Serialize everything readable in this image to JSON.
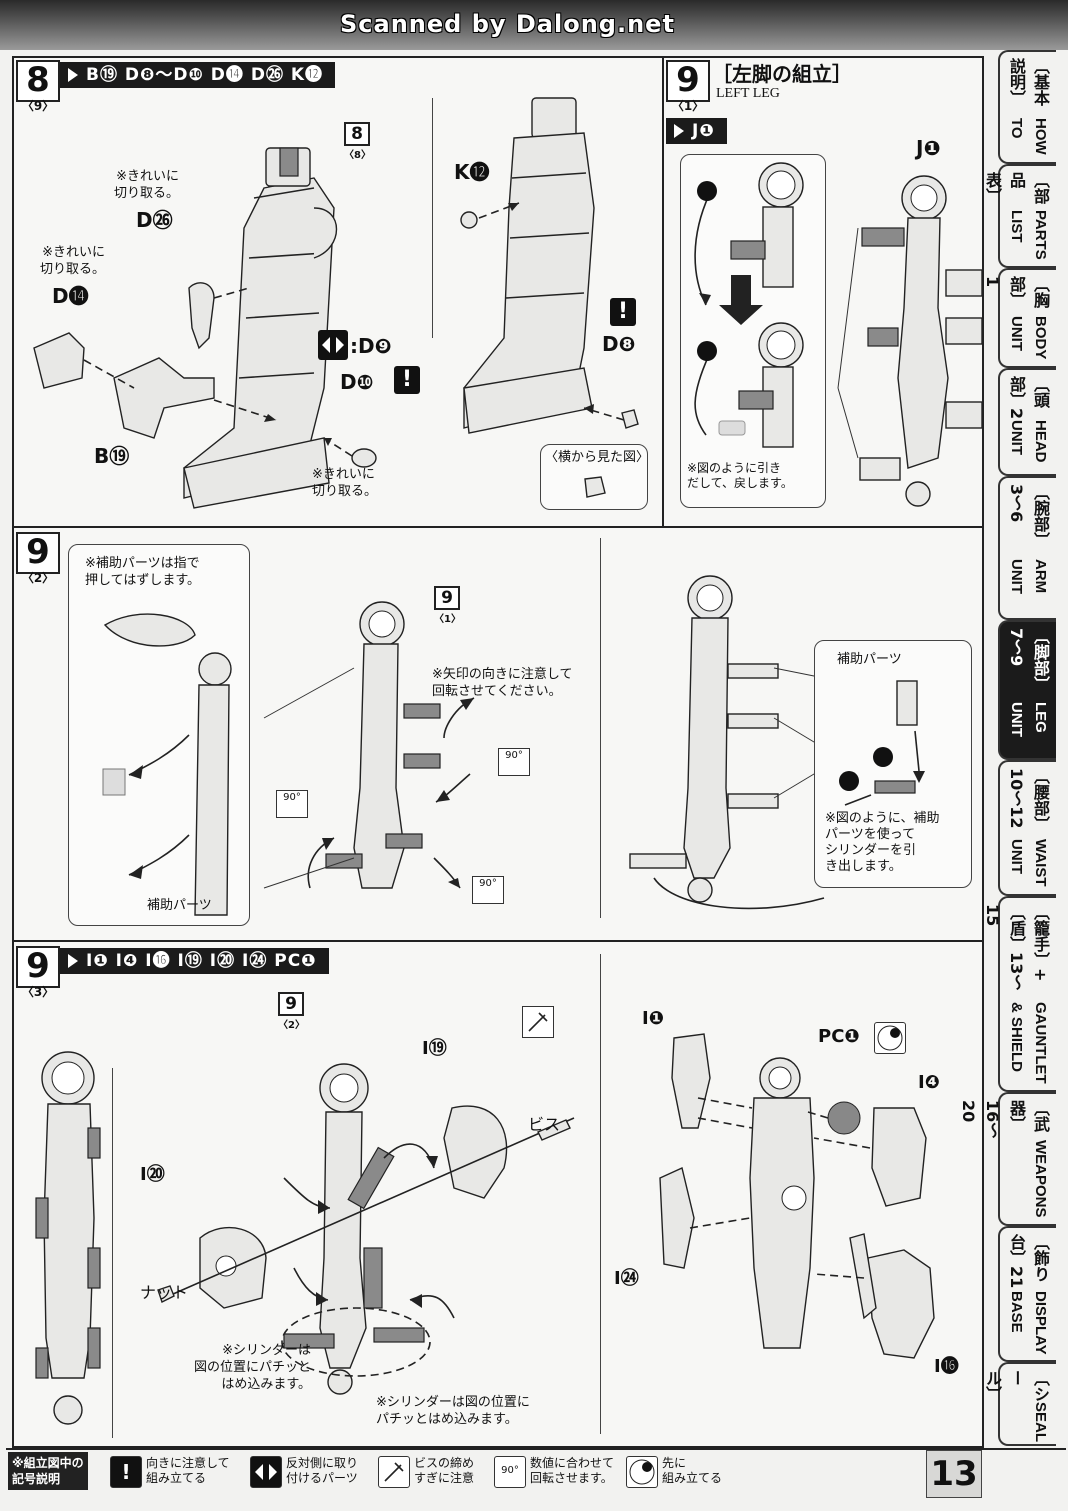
{
  "scan_credit": "Scanned by Dalong.net",
  "page_number": "13",
  "sections": {
    "step8_9": {
      "step": "8",
      "sub": "〈9〉",
      "parts": "B⑲ D❽～D❿ D⓮ D㉖ K⓬",
      "ref": {
        "num": "8",
        "sub": "〈8〉"
      },
      "note_cut1": "※きれいに\n切り取る。",
      "label_d26": "D㉖",
      "note_cut2": "※きれいに\n切り取る。",
      "label_d14": "D⓮",
      "label_b19": "B⑲",
      "label_d9": ":D❾",
      "label_d10": "D❿",
      "note_cut3": "※きれいに\n切り取る。",
      "label_k12": "K⓬",
      "label_d8": "D❽",
      "side_view": "〈横から見た図〉"
    },
    "step9_1": {
      "step": "9",
      "sub": "〈1〉",
      "title_ja": "［左脚の組立］",
      "title_en": "LEFT LEG",
      "parts": "J❶",
      "label_j1": "J❶",
      "note": "※図のように引き\nだして、戻します。"
    },
    "step9_2": {
      "step": "9",
      "sub": "〈2〉",
      "ref": {
        "num": "9",
        "sub": "〈1〉"
      },
      "note_finger": "※補助パーツは指で\n押してはずします。",
      "label_aux_bottom": "補助パーツ",
      "note_rotate": "※矢印の向きに注意して\n回転させてください。",
      "deg": "90°",
      "label_aux_right": "補助パーツ",
      "note_pull": "※図のように、補助\nパーツを使って\nシリンダーを引\nき出します。"
    },
    "step9_3": {
      "step": "9",
      "sub": "〈3〉",
      "parts": "I❶ I❹ I⓰ I⑲ I⑳ I㉔ PC❶",
      "ref": {
        "num": "9",
        "sub": "〈2〉"
      },
      "label_i19": "I⑲",
      "label_screw": "ビス",
      "label_i20": "I⑳",
      "label_nut": "ナット",
      "note_cyl1": "※シリンダーは\n図の位置にパチッと\nはめ込みます。",
      "note_cyl2": "※シリンダーは図の位置に\nパチッとはめ込みます。",
      "label_i1": "I❶",
      "label_pc1": "PC❶",
      "label_i4": "I❹",
      "label_i24": "I㉔",
      "label_i16": "I⓰"
    }
  },
  "tabs": [
    {
      "ja": "〔基本説明〕",
      "en": "HOW TO",
      "active": false
    },
    {
      "ja": "〔部品表〕",
      "en": "PARTS LIST",
      "active": false
    },
    {
      "ja": "〔胸部〕1",
      "en": "BODY UNIT",
      "active": false
    },
    {
      "ja": "〔頭部〕2",
      "en": "HEAD UNIT",
      "active": false
    },
    {
      "ja": "〔腕部〕3～6",
      "en": "ARM UNIT",
      "active": false
    },
    {
      "ja": "〔脚部〕7～9",
      "en": "LEG UNIT",
      "active": true
    },
    {
      "ja": "〔腰部〕10～12",
      "en": "WAIST UNIT",
      "active": false
    },
    {
      "ja": "〔籠手〕+〔盾〕13～15",
      "en": "GAUNTLET & SHIELD",
      "active": false
    },
    {
      "ja": "〔武器〕16～20",
      "en": "WEAPONS",
      "active": false
    },
    {
      "ja": "〔飾り台〕21",
      "en": "DISPLAY BASE",
      "active": false
    },
    {
      "ja": "〔シール〕",
      "en": "SEAL",
      "active": false
    }
  ],
  "legend": {
    "title": "※組立図中の\n記号説明",
    "items": [
      {
        "icon": "exclamation-icon",
        "text": "向きに注意して\n組み立てる"
      },
      {
        "icon": "reverse-arrows-icon",
        "text": "反対側に取り\n付けるパーツ"
      },
      {
        "icon": "screw-icon",
        "text": "ビスの締め\nすぎに注意"
      },
      {
        "icon": "rotate-90-icon",
        "text": "数値に合わせて\n回転させます。"
      },
      {
        "icon": "circle-dot-icon",
        "text": "先に\n組み立てる"
      }
    ]
  }
}
